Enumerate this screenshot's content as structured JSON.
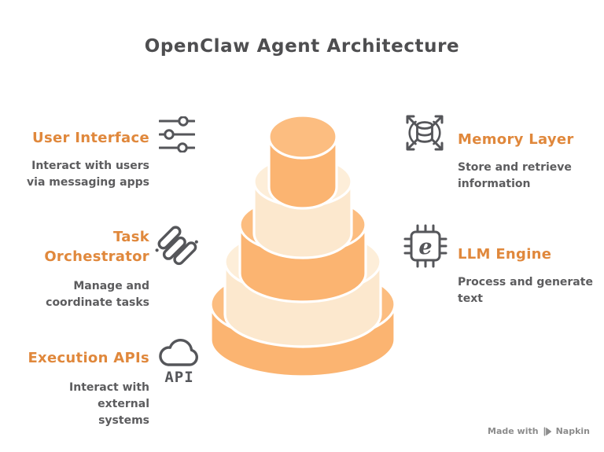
{
  "title": "OpenClaw Agent Architecture",
  "colors": {
    "accent": "#E0883C",
    "title": "#4E4E50",
    "body_text": "#5C5C5E",
    "icon": "#55565A",
    "footer": "#8C8C8C",
    "diagram_primary": "#FBB471",
    "diagram_primary_top": "#FCBD80",
    "diagram_secondary": "#FCE8CE",
    "diagram_secondary_top": "#FDEED9",
    "diagram_outline": "#FFFFFF"
  },
  "sections": {
    "left": [
      {
        "heading": "User Interface",
        "description": "Interact with users\nvia messaging apps",
        "icon": "sliders-icon"
      },
      {
        "heading": "Task\nOrchestrator",
        "description": "Manage and\ncoordinate tasks",
        "icon": "coil-workflow-icon"
      },
      {
        "heading": "Execution APIs",
        "description": "Interact with external\nsystems",
        "icon": "cloud-api-icon",
        "icon_label": "API"
      }
    ],
    "right": [
      {
        "heading": "Memory Layer",
        "description": "Store and retrieve\ninformation",
        "icon": "database-expand-icon"
      },
      {
        "heading": "LLM Engine",
        "description": "Process and generate\ntext",
        "icon": "cpu-chip-icon",
        "icon_glyph": "e"
      }
    ]
  },
  "diagram": {
    "style": "stacked-cylinder-pyramid",
    "layer_count": 5
  },
  "footer": {
    "prefix": "Made with",
    "brand": "Napkin"
  }
}
